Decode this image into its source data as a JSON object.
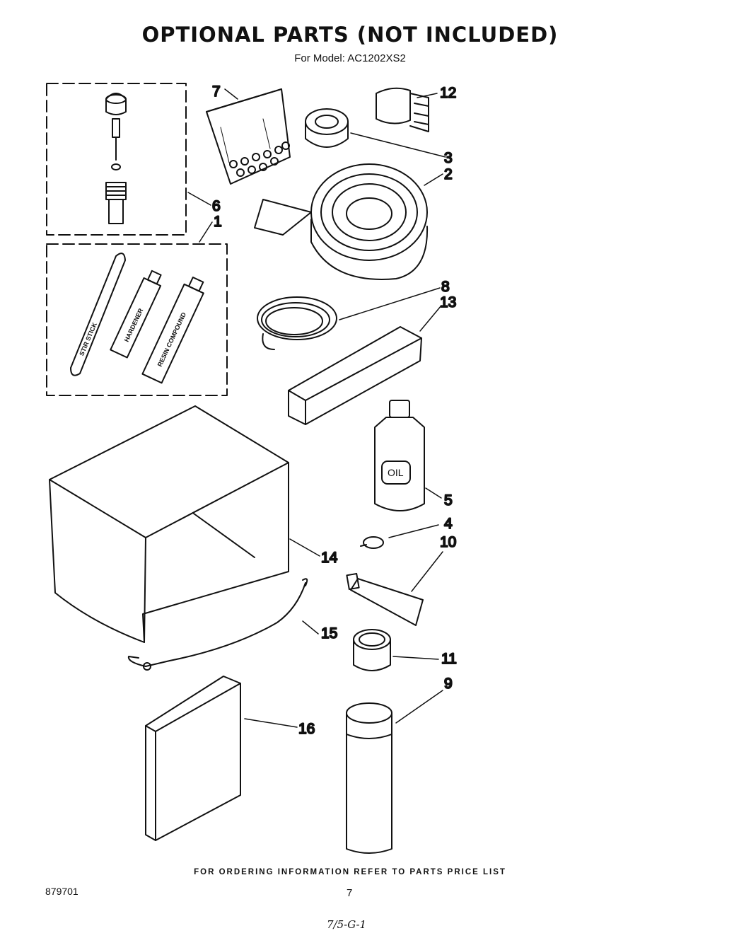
{
  "header": {
    "title": "OPTIONAL PARTS (NOT INCLUDED)",
    "subtitle": "For Model: AC1202XS2"
  },
  "labels": {
    "stir_stick": "STIR STICK",
    "hardener": "HARDENER",
    "resin_compound": "RESIN COMPOUND",
    "oil": "OIL"
  },
  "callouts": [
    {
      "id": "7",
      "label": "7"
    },
    {
      "id": "12",
      "label": "12"
    },
    {
      "id": "3",
      "label": "3"
    },
    {
      "id": "2",
      "label": "2"
    },
    {
      "id": "6",
      "label": "6"
    },
    {
      "id": "1",
      "label": "1"
    },
    {
      "id": "8",
      "label": "8"
    },
    {
      "id": "13",
      "label": "13"
    },
    {
      "id": "5",
      "label": "5"
    },
    {
      "id": "4",
      "label": "4"
    },
    {
      "id": "10",
      "label": "10"
    },
    {
      "id": "14",
      "label": "14"
    },
    {
      "id": "15",
      "label": "15"
    },
    {
      "id": "11",
      "label": "11"
    },
    {
      "id": "9",
      "label": "9"
    },
    {
      "id": "16",
      "label": "16"
    }
  ],
  "footer": {
    "ordering_note": "FOR ORDERING INFORMATION REFER TO PARTS PRICE LIST",
    "doc_number": "879701",
    "page_number": "7",
    "handwritten_code": "7/5-G-1"
  }
}
